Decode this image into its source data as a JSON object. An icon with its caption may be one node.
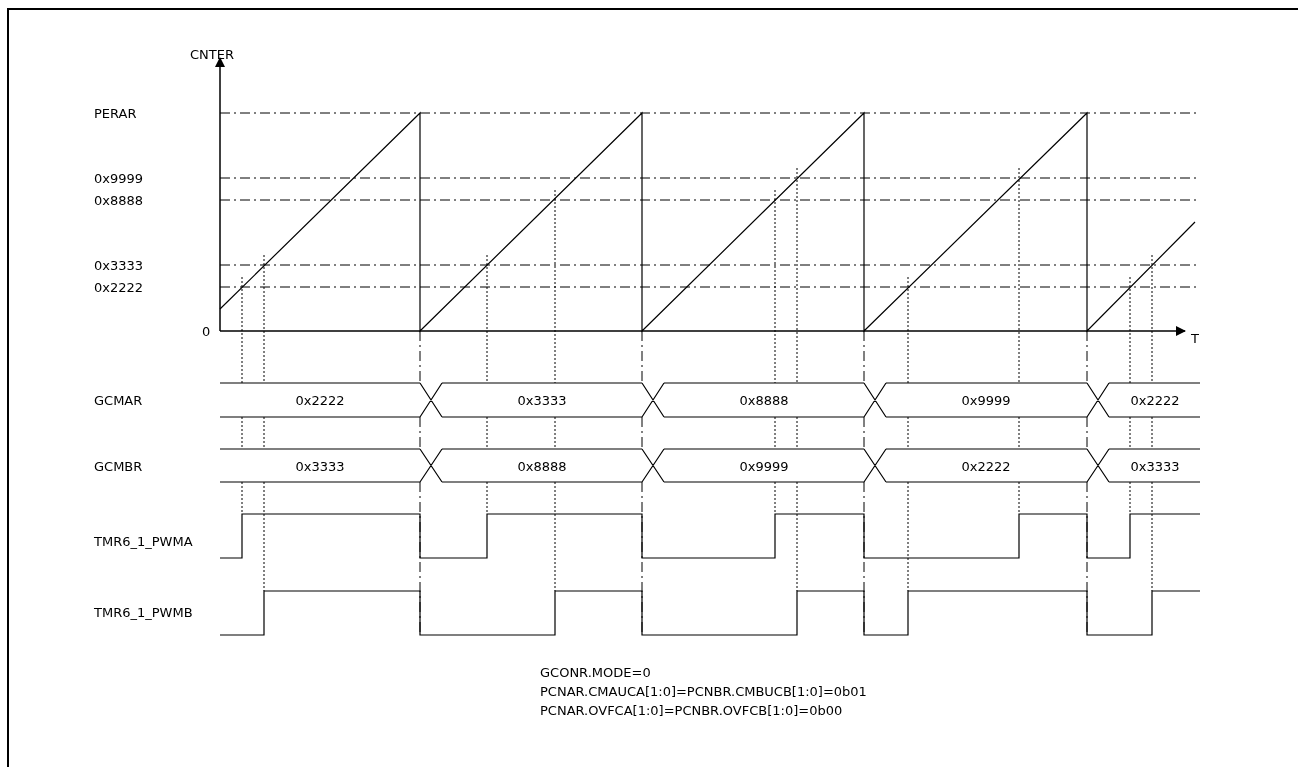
{
  "diagram": {
    "labels": [
      "CNTER",
      "PERAR",
      "0x9999",
      "0x8888",
      "0x3333",
      "0x2222",
      "0",
      "T",
      "GCMAR",
      "0x2222",
      "0x3333",
      "0x8888",
      "0x9999",
      "0x2222",
      "GCMBR",
      "0x3333",
      "0x8888",
      "0x9999",
      "0x2222",
      "0x3333",
      "TMR6_1_PWMA",
      "TMR6_1_PWMB",
      "GCONR.MODE=0",
      "PCNAR.CMAUCA[1:0]=PCNBR.CMBUCB[1:0]=0b01",
      "PCNAR.OVFCA[1:0]=PCNBR.OVFCB[1:0]=0b00"
    ]
  }
}
